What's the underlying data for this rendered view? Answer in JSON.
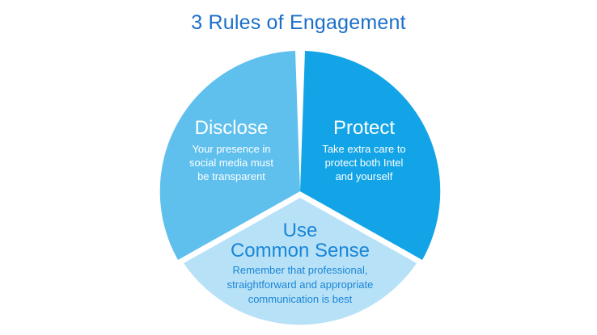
{
  "title": "3 Rules of Engagement",
  "colors": {
    "title": "#1a6fc9",
    "disclose_fill": "#5fc0ee",
    "protect_fill": "#12a4e6",
    "common_sense_fill": "#b7e1f7",
    "light_text": "#ffffff",
    "dark_text": "#1a86d6",
    "divider": "#ffffff"
  },
  "segments": {
    "disclose": {
      "title": "Disclose",
      "lines": [
        "Your presence in",
        "social media must",
        "be transparent"
      ]
    },
    "protect": {
      "title": "Protect",
      "lines": [
        "Take extra care to",
        "protect both Intel",
        "and yourself"
      ]
    },
    "common_sense": {
      "title_lines": [
        "Use",
        "Common Sense"
      ],
      "lines": [
        "Remember that professional,",
        "straightforward and appropriate",
        "communication is best"
      ]
    }
  }
}
